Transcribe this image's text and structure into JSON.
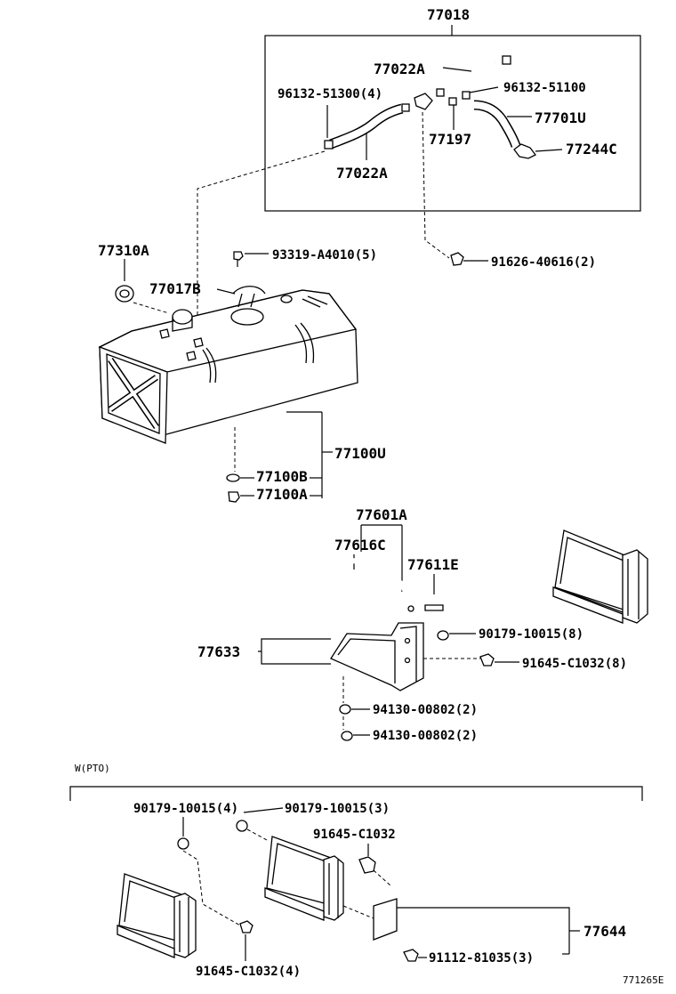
{
  "labels": {
    "p77018": "77018",
    "p77022A_top": "77022A",
    "p96132_51300": "96132-51300(4)",
    "p96132_51100": "96132-51100",
    "p77701U": "77701U",
    "p77197": "77197",
    "p77244C": "77244C",
    "p77022A_bot": "77022A",
    "p77310A": "77310A",
    "p93319": "93319-A4010(5)",
    "p77017B": "77017B",
    "p91626": "91626-40616(2)",
    "p77100U": "77100U",
    "p77100B": "77100B",
    "p77100A": "77100A",
    "p77601A": "77601A",
    "p77616C": "77616C",
    "p77611E": "77611E",
    "p90179_8": "90179-10015(8)",
    "p77633": "77633",
    "p91645_8": "91645-C1032(8)",
    "p94130_a": "94130-00802(2)",
    "p94130_b": "94130-00802(2)",
    "pto_title": "W(PTO)",
    "p90179_4": "90179-10015(4)",
    "p90179_3": "90179-10015(3)",
    "p91645_single": "91645-C1032",
    "p77644": "77644",
    "p91645_4": "91645-C1032(4)",
    "p91112": "91112-81035(3)",
    "footer_code": "771265E"
  }
}
